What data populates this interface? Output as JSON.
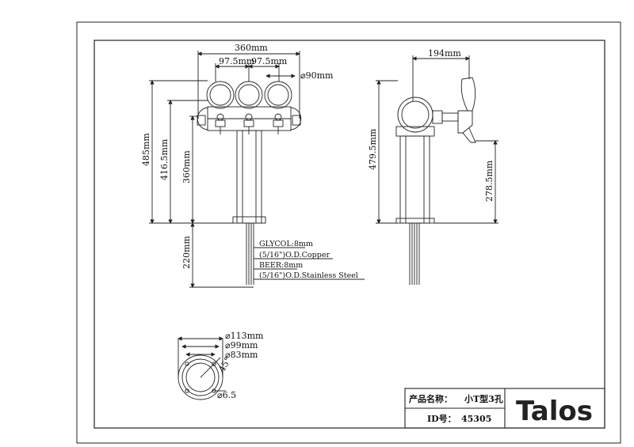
{
  "top_view": {
    "width_overall": "360mm",
    "tap_spacing_left": "97.5mm",
    "tap_spacing_right": "97.5mm",
    "ring_diameter": "⌀90mm",
    "height_total": "485mm",
    "height_ring": "416.5mm",
    "height_column": "360mm",
    "height_below": "220mm"
  },
  "line_notes": {
    "glycol": "GLYCOL:8mm",
    "glycol_spec": "(5/16\")O.D.Copper",
    "beer": "BEER:8mm",
    "beer_spec": "(5/16\")O.D.Stainless Steel"
  },
  "side_view": {
    "depth": "194mm",
    "height_total": "479.5mm",
    "height_tap": "278.5mm"
  },
  "base_view": {
    "outer_diameter": "⌀113mm",
    "mid_diameter": "⌀99mm",
    "inner_diameter": "⌀83mm",
    "angle": "45°",
    "hole_diameter": "⌀6.5"
  },
  "title_block": {
    "product_label": "产品名称：",
    "product_name": "小T型3孔",
    "id_label": "ID号：",
    "id_value": "45305",
    "brand": "Talos"
  },
  "colors": {
    "line": "#222222",
    "brand_accent": "#f5c400"
  }
}
